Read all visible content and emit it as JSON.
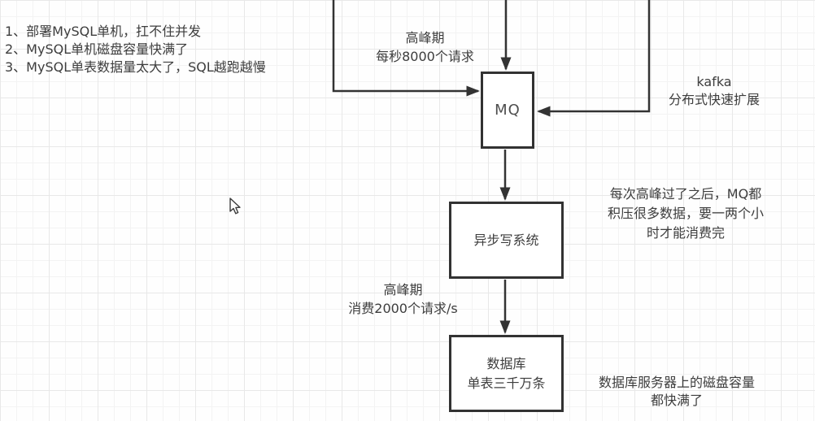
{
  "canvas": {
    "background_color": "#fefefe",
    "grid_minor_color": "#f3f3f3",
    "grid_major_color": "#e8e8e8",
    "line_color": "#333333",
    "text_color": "#3d3d3d"
  },
  "notes": {
    "problem_list": {
      "lines": [
        "1、部署MySQL单机，扛不住并发",
        "2、MySQL单机磁盘容量快满了",
        "3、MySQL单表数据量太大了，SQL越跑越慢"
      ]
    },
    "peak_incoming": {
      "lines": [
        "高峰期",
        "每秒8000个请求"
      ]
    },
    "kafka": {
      "lines": [
        "kafka",
        "分布式快速扩展"
      ]
    },
    "mq_backlog": {
      "lines": [
        "每次高峰过了之后，MQ都",
        "积压很多数据，要一两个小",
        "时才能消费完"
      ]
    },
    "peak_consume": {
      "lines": [
        "高峰期",
        "消费2000个请求/s"
      ]
    },
    "db_disk": {
      "lines": [
        "数据库服务器上的磁盘容量",
        "都快满了"
      ]
    }
  },
  "nodes": {
    "mq": {
      "label": "MQ"
    },
    "async_writer": {
      "label": "异步写系统"
    },
    "database": {
      "lines": [
        "数据库",
        "单表三千万条"
      ]
    }
  },
  "edges": [
    {
      "id": "incoming-left-elbow",
      "to": "mq",
      "enters": "left"
    },
    {
      "id": "incoming-top",
      "to": "mq",
      "enters": "top"
    },
    {
      "id": "incoming-right-elbow",
      "to": "mq",
      "enters": "right"
    },
    {
      "id": "mq-to-async",
      "from": "mq",
      "to": "async_writer"
    },
    {
      "id": "async-to-db",
      "from": "async_writer",
      "to": "database"
    }
  ]
}
